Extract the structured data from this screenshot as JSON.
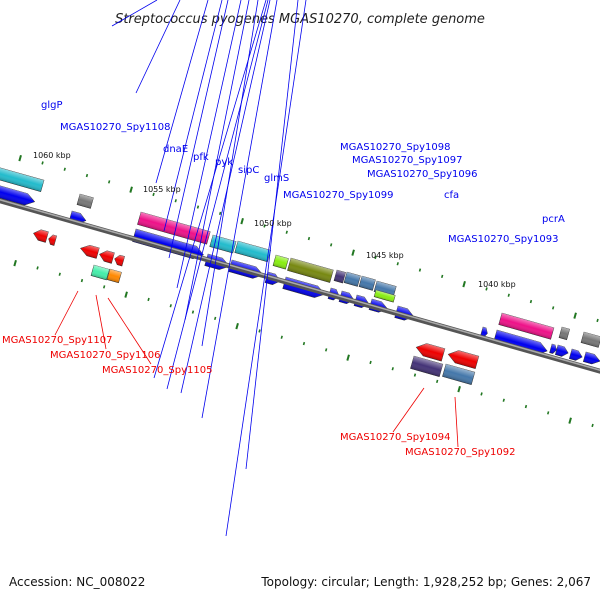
{
  "title": "Streptococcus pyogenes MGAS10270, complete genome",
  "footer": {
    "accession": "Accession: NC_008022",
    "summary": "Topology: circular; Length: 1,928,252 bp; Genes: 2,067"
  },
  "scale_labels": [
    "1060 kbp",
    "1055 kbp",
    "1050 kbp",
    "1045 kbp",
    "1040 kbp"
  ],
  "colors": {
    "forward_gene": "#0000ee",
    "reverse_gene": "#ee0000",
    "pink": "#ee1188",
    "cyan": "#22bbcc",
    "olive": "#778811",
    "lime": "#88ee11",
    "steel": "#4477aa",
    "purple": "#443377",
    "gray": "#777777",
    "orange": "#ff8800",
    "mint": "#44eeaa",
    "tick": "#227722",
    "backbone": "#888888"
  },
  "labels_top": [
    {
      "text": "glgP"
    },
    {
      "text": "MGAS10270_Spy1108"
    },
    {
      "text": "dnaE"
    },
    {
      "text": "pfk"
    },
    {
      "text": "pyk"
    },
    {
      "text": "sipC"
    },
    {
      "text": "glmS"
    },
    {
      "text": "MGAS10270_Spy1099"
    },
    {
      "text": "MGAS10270_Spy1098"
    },
    {
      "text": "MGAS10270_Spy1097"
    },
    {
      "text": "MGAS10270_Spy1096"
    },
    {
      "text": "cfa"
    },
    {
      "text": "MGAS10270_Spy1093"
    },
    {
      "text": "pcrA"
    }
  ],
  "labels_bottom": [
    {
      "text": "MGAS10270_Spy1107"
    },
    {
      "text": "MGAS10270_Spy1106"
    },
    {
      "text": "MGAS10270_Spy1105"
    },
    {
      "text": "MGAS10270_Spy1094"
    },
    {
      "text": "MGAS10270_Spy1092"
    }
  ]
}
